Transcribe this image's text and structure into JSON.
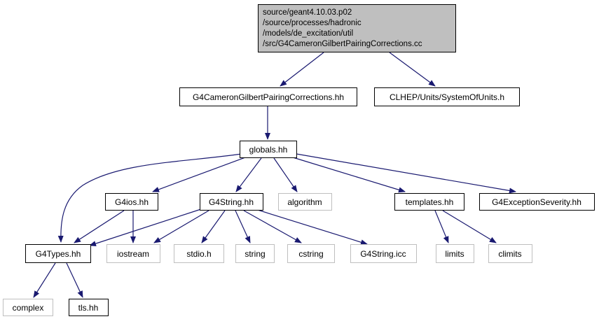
{
  "root": {
    "lines": [
      "source/geant4.10.03.p02",
      "/source/processes/hadronic",
      "/models/de_excitation/util",
      "/src/G4CameronGilbertPairingCorrections.cc"
    ]
  },
  "nodes": {
    "pairing_hh": "G4CameronGilbertPairingCorrections.hh",
    "units_h": "CLHEP/Units/SystemOfUnits.h",
    "globals_hh": "globals.hh",
    "g4ios_hh": "G4ios.hh",
    "g4string_hh": "G4String.hh",
    "algorithm": "algorithm",
    "templates_hh": "templates.hh",
    "exception_hh": "G4ExceptionSeverity.hh",
    "g4types_hh": "G4Types.hh",
    "iostream": "iostream",
    "stdio_h": "stdio.h",
    "string": "string",
    "cstring": "cstring",
    "g4string_icc": "G4String.icc",
    "limits": "limits",
    "climits": "climits",
    "complex": "complex",
    "tls_hh": "tls.hh"
  },
  "colors": {
    "edge": "#191970",
    "root_fill": "#bfbfbf",
    "node_border": "#000000",
    "external_border": "#bfbfbf",
    "external_text": "#000000"
  }
}
